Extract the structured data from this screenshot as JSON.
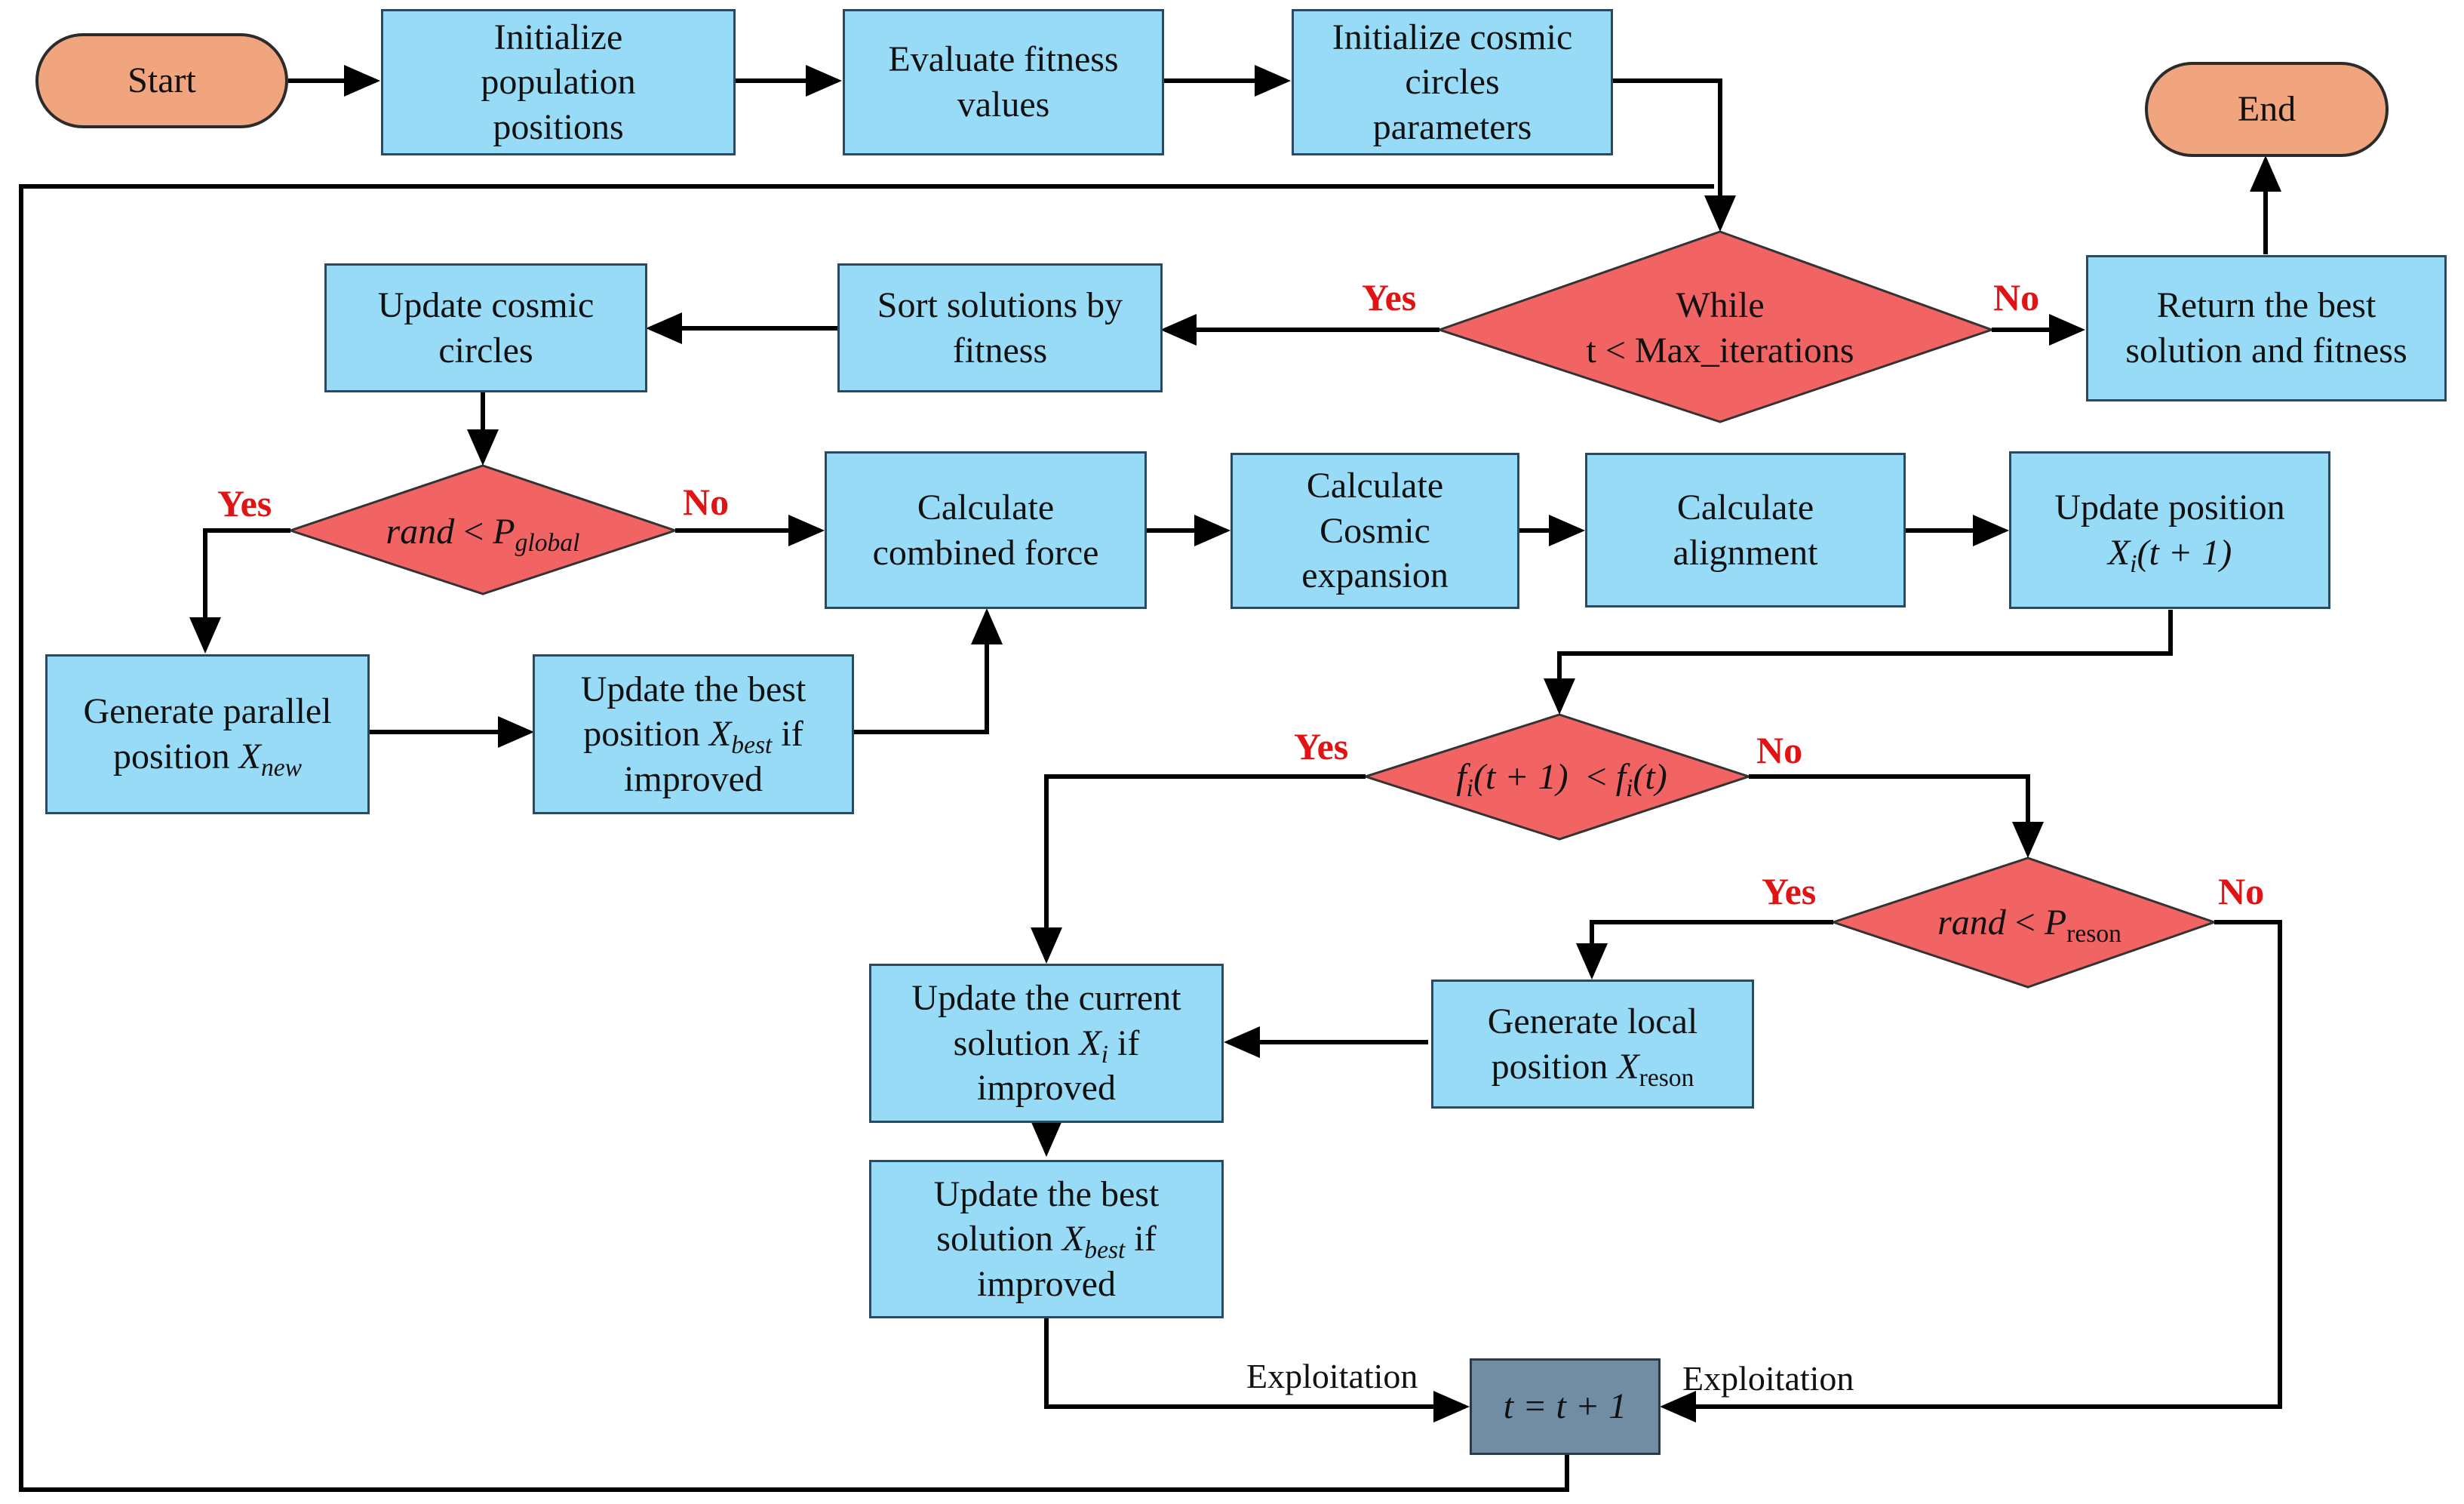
{
  "diagram": {
    "colors": {
      "process": "#97dbf6",
      "terminal": "#f0a57e",
      "decision": "#f26464",
      "step": "#708da3",
      "label": "#e01414",
      "line": "#000000"
    },
    "terminals": {
      "start": "Start",
      "end": "End"
    },
    "boxes": {
      "init_pop": [
        "Initialize",
        "population",
        "positions"
      ],
      "eval_fitness": [
        "Evaluate fitness",
        "values"
      ],
      "init_circles": [
        "Initialize cosmic",
        "circles",
        "parameters"
      ],
      "return_best": [
        "Return the best",
        "solution and fitness"
      ],
      "sort_solutions": [
        "Sort solutions by",
        "fitness"
      ],
      "update_circles": [
        "Update cosmic",
        "circles"
      ],
      "calc_force": [
        "Calculate",
        "combined force"
      ],
      "calc_expansion": [
        "Calculate",
        "Cosmic",
        "expansion"
      ],
      "calc_alignment": [
        "Calculate",
        "alignment"
      ],
      "update_position": {
        "line1": "Update position",
        "var": "X",
        "sub": "i",
        "arg": "(t + 1)"
      },
      "generate_parallel": {
        "line1": "Generate parallel",
        "prefix": "position ",
        "var": "X",
        "sub": "new"
      },
      "update_best_pos": {
        "line1": "Update the best",
        "prefix": "position ",
        "var": "X",
        "sub": "best",
        "suffix": " if",
        "line3": "improved"
      },
      "generate_local": {
        "line1": "Generate local",
        "prefix": "position ",
        "var": "X",
        "sub": "reson"
      },
      "update_current": {
        "line1": "Update the current",
        "prefix": "solution ",
        "var": "X",
        "sub": "i",
        "suffix": " if",
        "line3": "improved"
      },
      "update_best_sol": {
        "line1": "Update the best",
        "prefix": "solution ",
        "var": "X",
        "sub": "best",
        "suffix": " if",
        "line3": "improved"
      },
      "increment": "t = t + 1"
    },
    "decisions": {
      "while_loop": [
        "While",
        "t < Max_iterations"
      ],
      "global": {
        "lhs": "rand",
        "op": " < ",
        "var": "P",
        "sub": "global"
      },
      "compare": {
        "fn": "f",
        "sub": "i",
        "arg1": "(t + 1)",
        "op": "  < ",
        "arg2": "(t)"
      },
      "reson": {
        "lhs": "rand",
        "op": " < ",
        "var": "P",
        "sub": "reson"
      }
    },
    "labels": {
      "yes": "Yes",
      "no": "No",
      "exploitation": "Exploitation"
    }
  }
}
